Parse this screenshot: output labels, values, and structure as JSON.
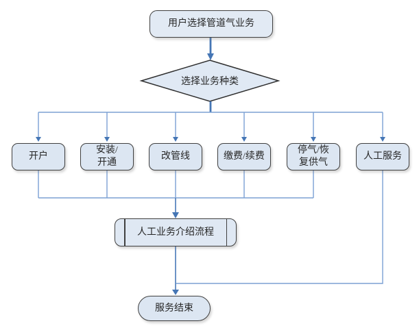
{
  "flowchart": {
    "nodes": {
      "start": "用户选择管道气业务",
      "decision": "选择业务种类",
      "process": "人工业务介绍流程",
      "end": "服务结束"
    },
    "branches": [
      {
        "label": "开户"
      },
      {
        "label": "安装/\n开通"
      },
      {
        "label": "改管线"
      },
      {
        "label": "缴费/续费"
      },
      {
        "label": "停气/恢\n复供气"
      },
      {
        "label": "人工服务"
      }
    ],
    "colors": {
      "node_fill": "#dce6f2",
      "node_border": "#3f3f3f",
      "connector": "#7ba0d4",
      "connector_strong": "#4576b5",
      "text": "#262626",
      "background": "#ffffff"
    }
  }
}
